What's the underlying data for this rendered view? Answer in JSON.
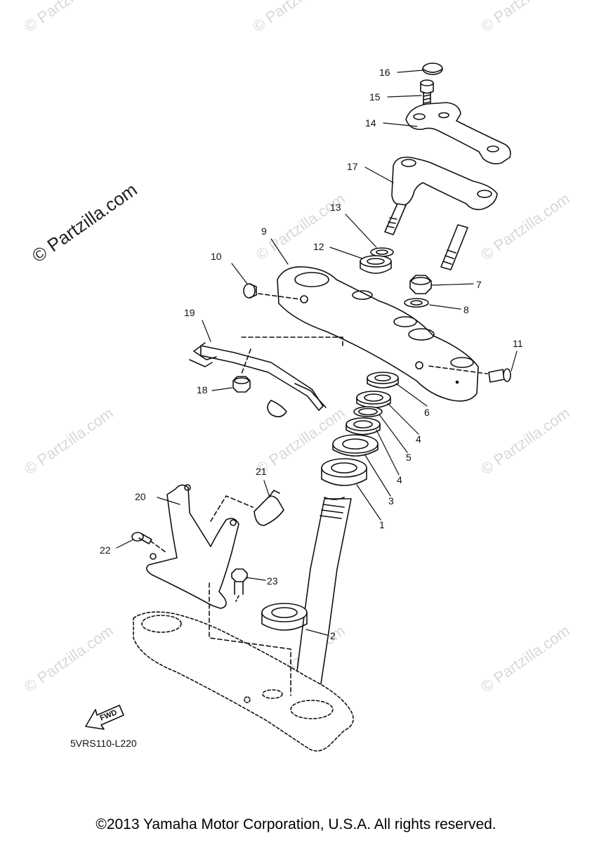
{
  "watermark": {
    "main": "© Partzilla.com",
    "repeat": "© Partzilla.com"
  },
  "callouts": [
    "1",
    "2",
    "3",
    "4",
    "4",
    "5",
    "6",
    "7",
    "8",
    "9",
    "10",
    "11",
    "12",
    "13",
    "14",
    "15",
    "16",
    "17",
    "18",
    "19",
    "20",
    "21",
    "22",
    "23"
  ],
  "fwd_label": "FWD",
  "diagram_code": "5VRS110-L220",
  "copyright": "©2013 Yamaha Motor Corporation, U.S.A. All rights reserved."
}
